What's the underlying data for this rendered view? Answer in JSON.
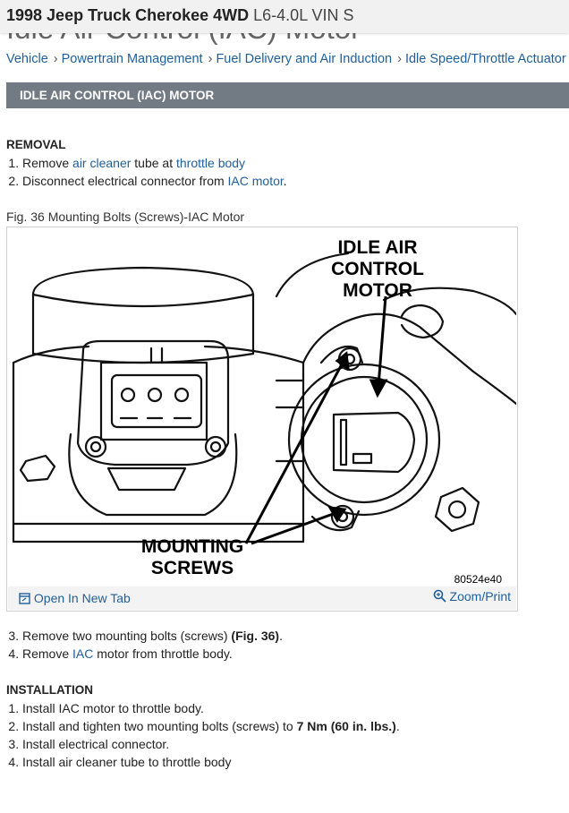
{
  "header": {
    "vehicle": "1998 Jeep Truck Cherokee 4WD",
    "engine": "L6-4.0L VIN S",
    "page_title": "Idle Air Control (IAC) Motor"
  },
  "breadcrumb": [
    "Vehicle",
    "Powertrain Management",
    "Fuel Delivery and Air Induction",
    "Idle Speed/Throttle Actuator"
  ],
  "section_title": "IDLE AIR CONTROL (IAC) MOTOR",
  "removal": {
    "heading": "REMOVAL",
    "step1": {
      "pre": "Remove ",
      "link1": "air cleaner",
      "mid": " tube at ",
      "link2": "throttle body"
    },
    "step2": {
      "pre": "Disconnect electrical connector from ",
      "link": "IAC motor",
      "post": "."
    },
    "step3": {
      "pre": "Remove two mounting bolts (screws) ",
      "bold": "(Fig. 36)",
      "post": "."
    },
    "step4": {
      "pre": "Remove ",
      "link": "IAC",
      "post": " motor from throttle body."
    }
  },
  "figure": {
    "caption": "Fig. 36 Mounting Bolts (Screws)-IAC Motor",
    "label_motor_1": "IDLE AIR",
    "label_motor_2": "CONTROL",
    "label_motor_3": "MOTOR",
    "label_screws_1": "MOUNTING",
    "label_screws_2": "SCREWS",
    "code": "80524e40",
    "open_tab": "Open In New Tab",
    "zoom": "Zoom/Print"
  },
  "installation": {
    "heading": "INSTALLATION",
    "step1": "Install IAC motor to throttle body.",
    "step2_pre": "Install and tighten two mounting bolts (screws) to ",
    "step2_bold": "7 Nm (60 in. lbs.)",
    "step2_post": ".",
    "step3": "Install electrical connector.",
    "step4": "Install air cleaner tube to throttle body"
  }
}
